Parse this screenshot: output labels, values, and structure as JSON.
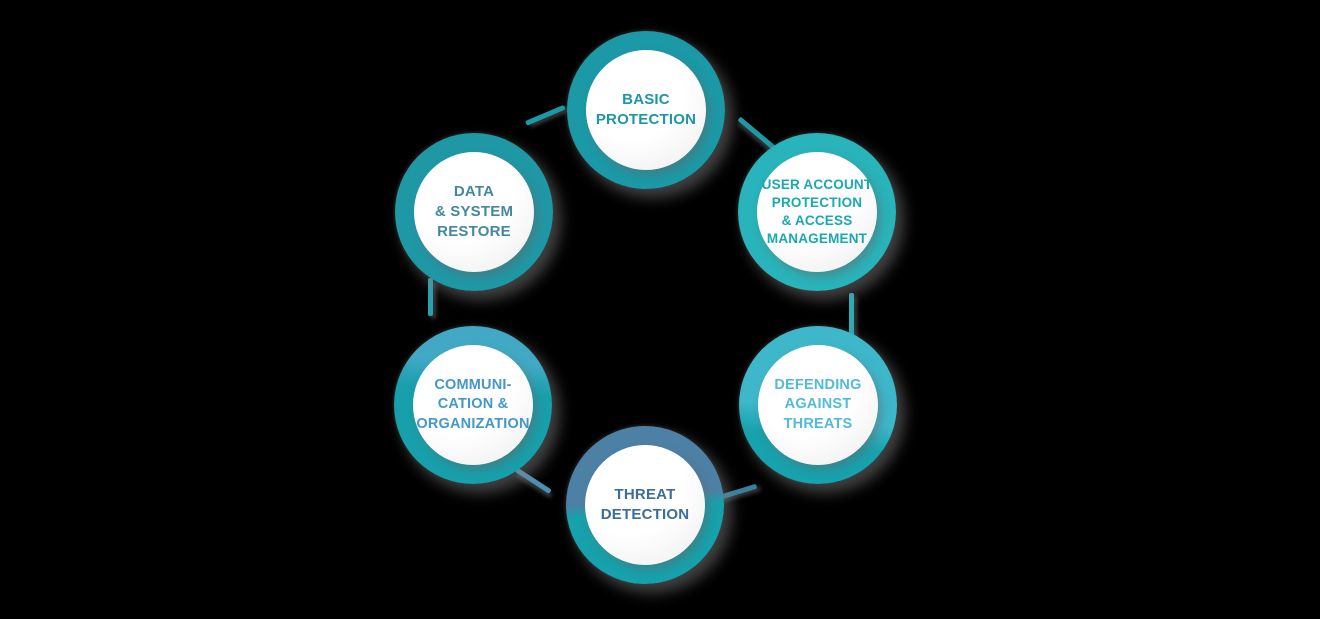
{
  "background_color": "#000000",
  "nodes": {
    "basic_protection": {
      "label": "BASIC\nPROTECTION",
      "text_color": "#1d96a5",
      "ring_color": "#1b99a7"
    },
    "user_account_protection": {
      "label": "USER ACCOUNT\nPROTECTION\n& ACCESS\nMANAGEMENT",
      "text_color": "#18a9b1",
      "ring_color": "#29b3ba"
    },
    "defending_against_threats": {
      "label": "DEFENDING\nAGAINST\nTHREATS",
      "text_color": "#52bbd9",
      "ring_color": "#3eb7cb",
      "ring_color_secondary": "#17a2ae"
    },
    "threat_detection": {
      "label": "THREAT\nDETECTION",
      "text_color": "#3e6d9a",
      "ring_color": "#4d80a5",
      "ring_color_secondary": "#16a1ac"
    },
    "communication_organization": {
      "label": "COMMUNI-\nCATION &\nORGANIZATION",
      "text_color": "#4397c9",
      "ring_color": "#41a9c6",
      "ring_color_secondary": "#179fab"
    },
    "data_system_restore": {
      "label": "DATA\n& SYSTEM\nRESTORE",
      "text_color": "#44889e",
      "ring_color": "#1f98a6"
    }
  },
  "connectors": [
    {
      "id": "communication-to-data",
      "color": "#2a9fae"
    },
    {
      "id": "data-to-basic",
      "color": "#1b99a7"
    },
    {
      "id": "basic-to-user",
      "color": "#1b99a7"
    },
    {
      "id": "user-to-defending",
      "color": "#2badb6"
    },
    {
      "id": "defending-to-threat",
      "color": "#38809c"
    },
    {
      "id": "threat-to-communication",
      "color": "#4a8fb5"
    }
  ]
}
